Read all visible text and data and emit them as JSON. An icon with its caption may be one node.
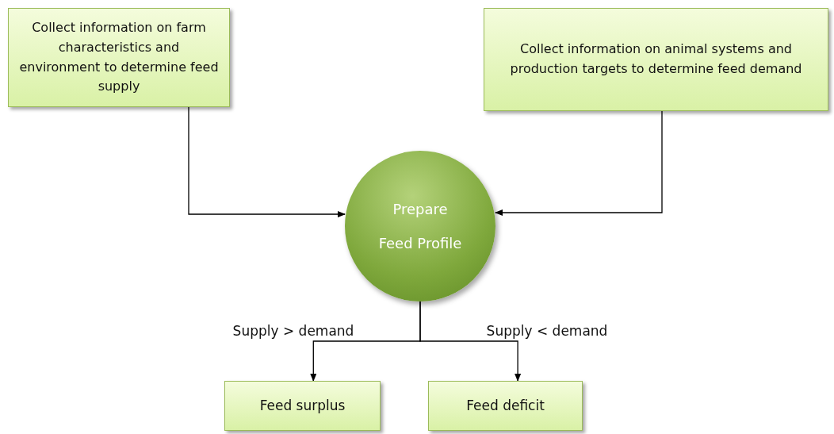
{
  "diagram": {
    "nodes": [
      {
        "text": [
          "Collect information on farm characteristics and environment to determine feed supply"
        ]
      },
      {
        "text": [
          "Collect information on animal systems and production targets to determine feed demand"
        ]
      },
      {
        "text": [
          "Prepare",
          "Feed Profile"
        ]
      },
      {
        "text": [
          "Feed surplus"
        ]
      },
      {
        "text": [
          "Feed deficit"
        ]
      }
    ],
    "edges": [
      {
        "from": 0,
        "to": 2,
        "arrow": "to"
      },
      {
        "from": 1,
        "to": 2,
        "arrow": "to"
      },
      {
        "from": 2,
        "to": 3,
        "arrow": "to",
        "label": "Supply > demand"
      },
      {
        "from": 2,
        "to": 4,
        "arrow": "to",
        "label": "Supply < demand"
      }
    ]
  }
}
